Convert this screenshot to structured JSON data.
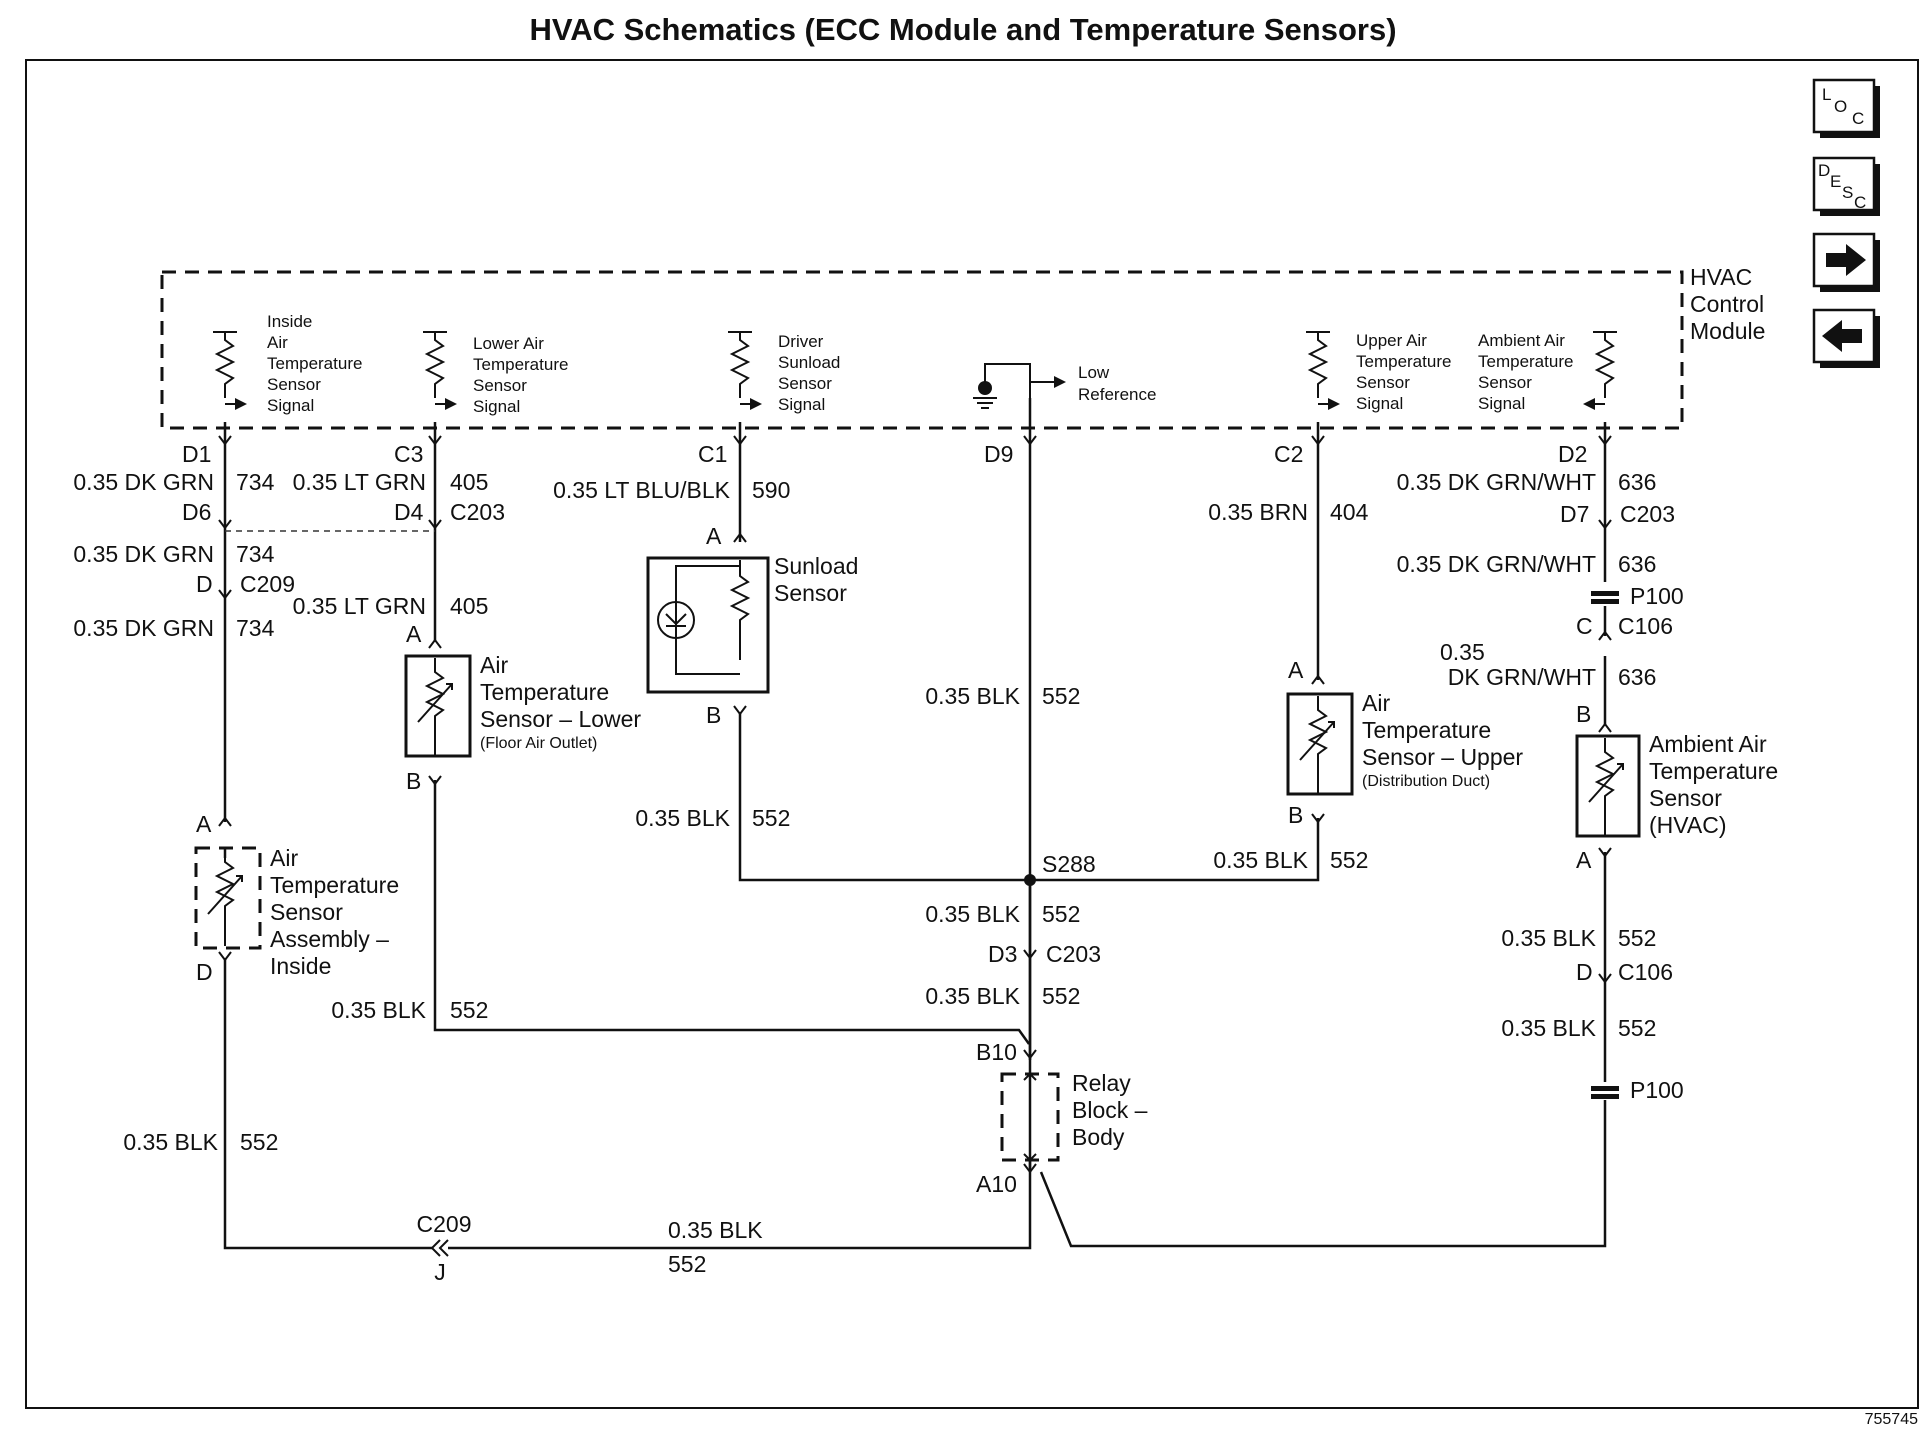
{
  "title": "HVAC Schematics (ECC Module and Temperature Sensors)",
  "figure_number": "755745",
  "nav_buttons": [
    {
      "name": "loc-button",
      "icon": "loc-icon",
      "label_l": "L",
      "label_o": "O",
      "label_c": "C"
    },
    {
      "name": "desc-button",
      "icon": "desc-icon",
      "label_d": "D",
      "label_e": "E",
      "label_s": "S",
      "label_c": "C"
    },
    {
      "name": "next-button",
      "icon": "arrow-right-icon"
    },
    {
      "name": "prev-button",
      "icon": "arrow-left-icon"
    }
  ],
  "module": {
    "name_lines": [
      "HVAC",
      "Control",
      "Module"
    ],
    "signals": {
      "inside": [
        "Inside",
        "Air",
        "Temperature",
        "Sensor",
        "Signal"
      ],
      "lower": [
        "Lower Air",
        "Temperature",
        "Sensor",
        "Signal"
      ],
      "sunload": [
        "Driver",
        "Sunload",
        "Sensor",
        "Signal"
      ],
      "lowref": [
        "Low",
        "Reference"
      ],
      "upper": [
        "Upper Air",
        "Temperature",
        "Sensor",
        "Signal"
      ],
      "ambient": [
        "Ambient Air",
        "Temperature",
        "Sensor",
        "Signal"
      ]
    },
    "pins": {
      "d1": "D1",
      "c3": "C3",
      "c1": "C1",
      "d9": "D9",
      "c2": "C2",
      "d2": "D2"
    }
  },
  "wires": {
    "w734a": "0.35 DK GRN",
    "n734a": "734",
    "w405a": "0.35 LT GRN",
    "n405a": "405",
    "w590": "0.35 LT BLU/BLK",
    "n590": "590",
    "w404": "0.35 BRN",
    "n404": "404",
    "w636a": "0.35 DK GRN/WHT",
    "n636a": "636",
    "w734b": "0.35 DK GRN",
    "n734b": "734",
    "w734c": "0.35 DK GRN",
    "n734c": "734",
    "w405b": "0.35 LT GRN",
    "n405b": "405",
    "w636b": "0.35 DK GRN/WHT",
    "n636b": "636",
    "w636c_1": "0.35",
    "w636c_2": "DK GRN/WHT",
    "n636c": "636",
    "w552_center": "0.35 BLK",
    "n552_center": "552",
    "w552_sun": "0.35 BLK",
    "n552_sun": "552",
    "w552_up": "0.35 BLK",
    "n552_up": "552",
    "w552_s288": "0.35 BLK",
    "n552_s288": "552",
    "w552_c203": "0.35 BLK",
    "n552_c203": "552",
    "w552_lower": "0.35 BLK",
    "n552_lower": "552",
    "w552_inside": "0.35 BLK",
    "n552_inside": "552",
    "w552_bottom": "0.35 BLK",
    "n552_bottom": "552",
    "w552_amb1": "0.35 BLK",
    "n552_amb1": "552",
    "w552_amb2": "0.35 BLK",
    "n552_amb2": "552"
  },
  "connectors": {
    "d6": "D6",
    "c203_1": "C203",
    "d4": "D4",
    "d": "D",
    "c209": "C209",
    "d7": "D7",
    "c203_2": "C203",
    "p100_1": "P100",
    "c_pin": "C",
    "c106_1": "C106",
    "d3": "D3",
    "c203_3": "C203",
    "b10": "B10",
    "a10": "A10",
    "d_c106": "D",
    "c106_2": "C106",
    "p100_2": "P100",
    "c209_bottom": "C209",
    "j": "J",
    "splice": "S288"
  },
  "components": {
    "sunload": {
      "name_lines": [
        "Sunload",
        "Sensor"
      ],
      "pin_a": "A",
      "pin_b": "B"
    },
    "lower": {
      "name_lines": [
        "Air",
        "Temperature",
        "Sensor – Lower"
      ],
      "note": "(Floor Air Outlet)",
      "pin_a": "A",
      "pin_b": "B"
    },
    "upper": {
      "name_lines": [
        "Air",
        "Temperature",
        "Sensor – Upper"
      ],
      "note": "(Distribution Duct)",
      "pin_a": "A",
      "pin_b": "B"
    },
    "ambient": {
      "name_lines": [
        "Ambient Air",
        "Temperature",
        "Sensor",
        "(HVAC)"
      ],
      "pin_a": "A",
      "pin_b": "B"
    },
    "inside": {
      "name_lines": [
        "Air",
        "Temperature",
        "Sensor",
        "Assembly –",
        "Inside"
      ],
      "pin_a": "A",
      "pin_d": "D"
    },
    "relay": {
      "name_lines": [
        "Relay",
        "Block –",
        "Body"
      ]
    }
  }
}
